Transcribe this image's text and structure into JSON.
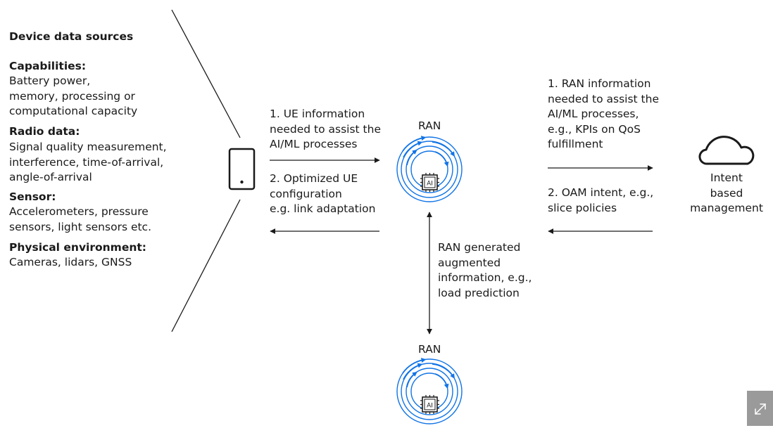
{
  "left_panel": {
    "title": "Device data sources",
    "sections": [
      {
        "heading": "Capabilities:",
        "body": "Battery power,\nmemory, processing or\ncomputational capacity"
      },
      {
        "heading": "Radio data:",
        "body": "Signal quality measurement,\ninterference, time-of-arrival,\nangle-of-arrival"
      },
      {
        "heading": "Sensor:",
        "body": "Accelerometers, pressure\nsensors, light sensors etc."
      },
      {
        "heading": "Physical environment:",
        "body": "Cameras, lidars, GNSS"
      }
    ]
  },
  "ue_link": {
    "uplink_label": "1. UE information\nneeded to assist the\nAI/ML processes",
    "downlink_label": "2. Optimized UE\nconfiguration\ne.g. link adaptation"
  },
  "ran_top": {
    "label": "RAN",
    "chip_label": "AI"
  },
  "ran_bottom": {
    "label": "RAN",
    "chip_label": "AI"
  },
  "ran_link": {
    "label": "RAN generated\naugmented\ninformation, e.g.,\nload prediction"
  },
  "oam_link": {
    "uplink_label": "1. RAN information\nneeded to assist the\nAI/ML processes,\ne.g., KPIs on QoS\nfulfillment",
    "downlink_label": "2. OAM intent, e.g.,\nslice policies"
  },
  "cloud": {
    "label": "Intent\nbased\nmanagement",
    "icon": "cloud-icon"
  },
  "device": {
    "icon": "smartphone-icon"
  },
  "colors": {
    "accent": "#1174e6",
    "line": "#1a1a1a",
    "expand_bg": "#9a9a9a"
  }
}
